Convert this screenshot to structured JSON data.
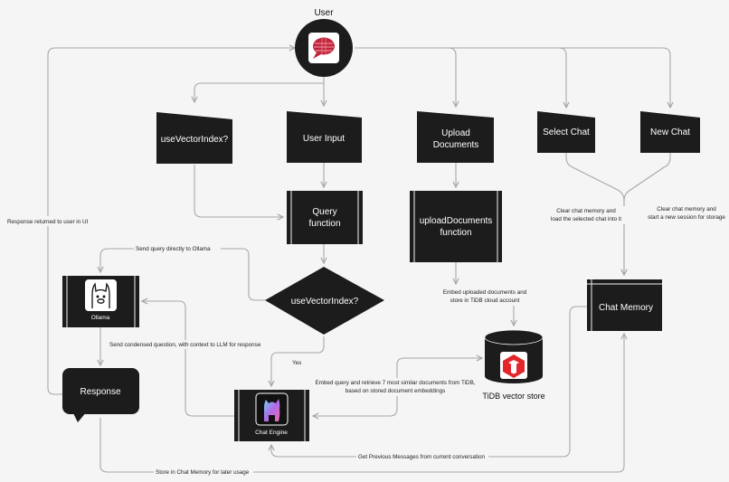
{
  "user": {
    "title": "User"
  },
  "nodes": {
    "use_vector_index_input": "useVectorIndex?",
    "user_input": "User Input",
    "upload_documents": [
      "Upload",
      "Documents"
    ],
    "select_chat": "Select Chat",
    "new_chat": "New Chat",
    "query_function": [
      "Query",
      "function"
    ],
    "upload_documents_function": [
      "uploadDocuments",
      "function"
    ],
    "use_vector_index_decision": "useVectorIndex?",
    "ollama": "Ollama",
    "response": "Response",
    "chat_engine": "Chat Engine",
    "chat_memory": "Chat Memory",
    "tidb_vector_store": "TiDB vector store"
  },
  "edge_labels": {
    "response_returned": "Response returned to user in UI",
    "send_directly": "Send query directly to Ollama",
    "send_condensed": "Send condensed question, with context to LLM for response",
    "yes": "Yes",
    "embed_retrieve": [
      "Embed query and retrieve 7 most similar documents from TiDB,",
      "based on stored document embeddings"
    ],
    "embed_uploaded": [
      "Embed uploaded documents and",
      "store in TiDB cloud account"
    ],
    "clear_load": [
      "Clear chat memory and",
      "load the selected chat into it"
    ],
    "clear_new": [
      "Clear chat memory and",
      "start a new session for storage"
    ],
    "get_previous": "Get Previous Messages from current conversation",
    "store_memory": "Store in Chat Memory for later usage"
  },
  "colors": {
    "background": "#f5f5f5",
    "node_fill": "#1c1c1c",
    "edge": "#a8a8a8",
    "tidb_red": "#e2262b",
    "text_dark": "#222222"
  }
}
